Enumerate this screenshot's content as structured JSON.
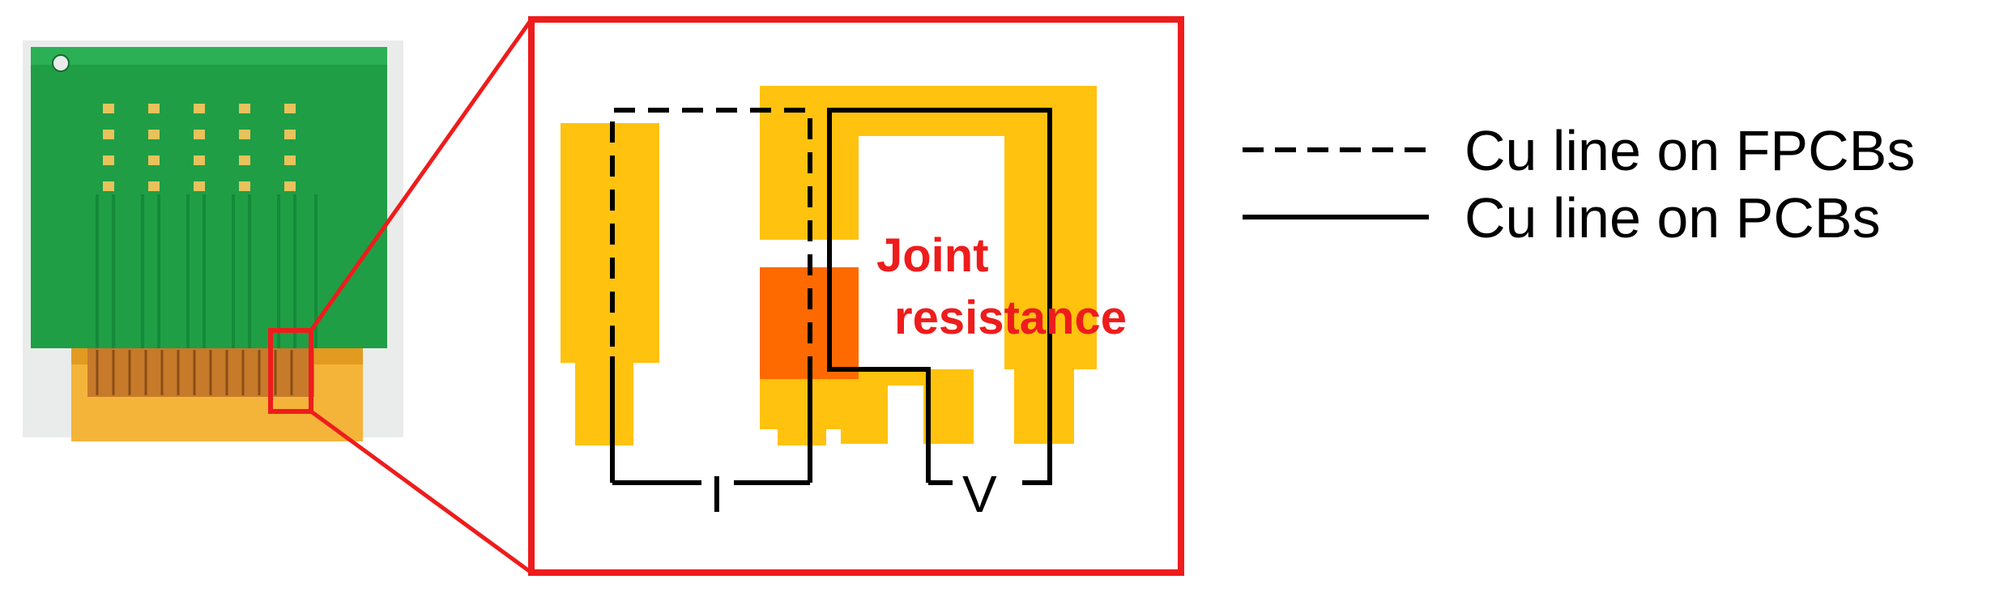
{
  "figure": {
    "joint_label_lines": [
      "Joint",
      "resistance"
    ],
    "current_label": "I",
    "voltage_label": "V",
    "legend": [
      {
        "style": "dashed",
        "label": "Cu line on FPCBs"
      },
      {
        "style": "solid",
        "label": "Cu line on PCBs"
      }
    ]
  },
  "colors": {
    "highlight_red": "#ee1c1c",
    "pad_yellow": "#ffc20e",
    "joint_orange": "#ff6a00",
    "board_green": "#1f9e46",
    "flex_orange": "#f2a21a",
    "line_black": "#000000"
  }
}
